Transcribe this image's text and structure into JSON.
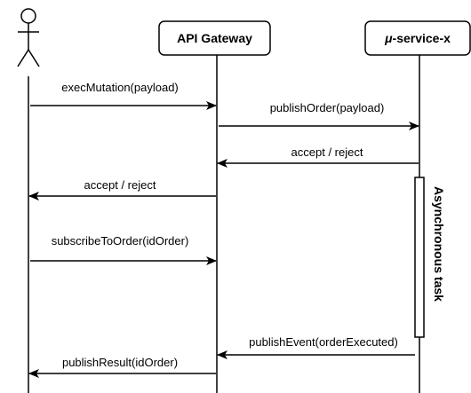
{
  "participants": {
    "client": {
      "label": ""
    },
    "gateway": {
      "label": "API Gateway"
    },
    "service": {
      "label": "μ-service-x"
    }
  },
  "messages": {
    "m1": {
      "label": "execMutation(payload)"
    },
    "m2": {
      "label": "publishOrder(payload)"
    },
    "m3": {
      "label": "accept / reject"
    },
    "m4": {
      "label": "accept / reject"
    },
    "m5": {
      "label": "subscribeToOrder(idOrder)"
    },
    "m6": {
      "label": "publishEvent(orderExecuted)"
    },
    "m7": {
      "label": "publishResult(idOrder)"
    }
  },
  "activation": {
    "label": "Asynchronous task"
  },
  "colors": {
    "line": "#000000",
    "background": "#ffffff",
    "box_fill": "#ffffff"
  }
}
